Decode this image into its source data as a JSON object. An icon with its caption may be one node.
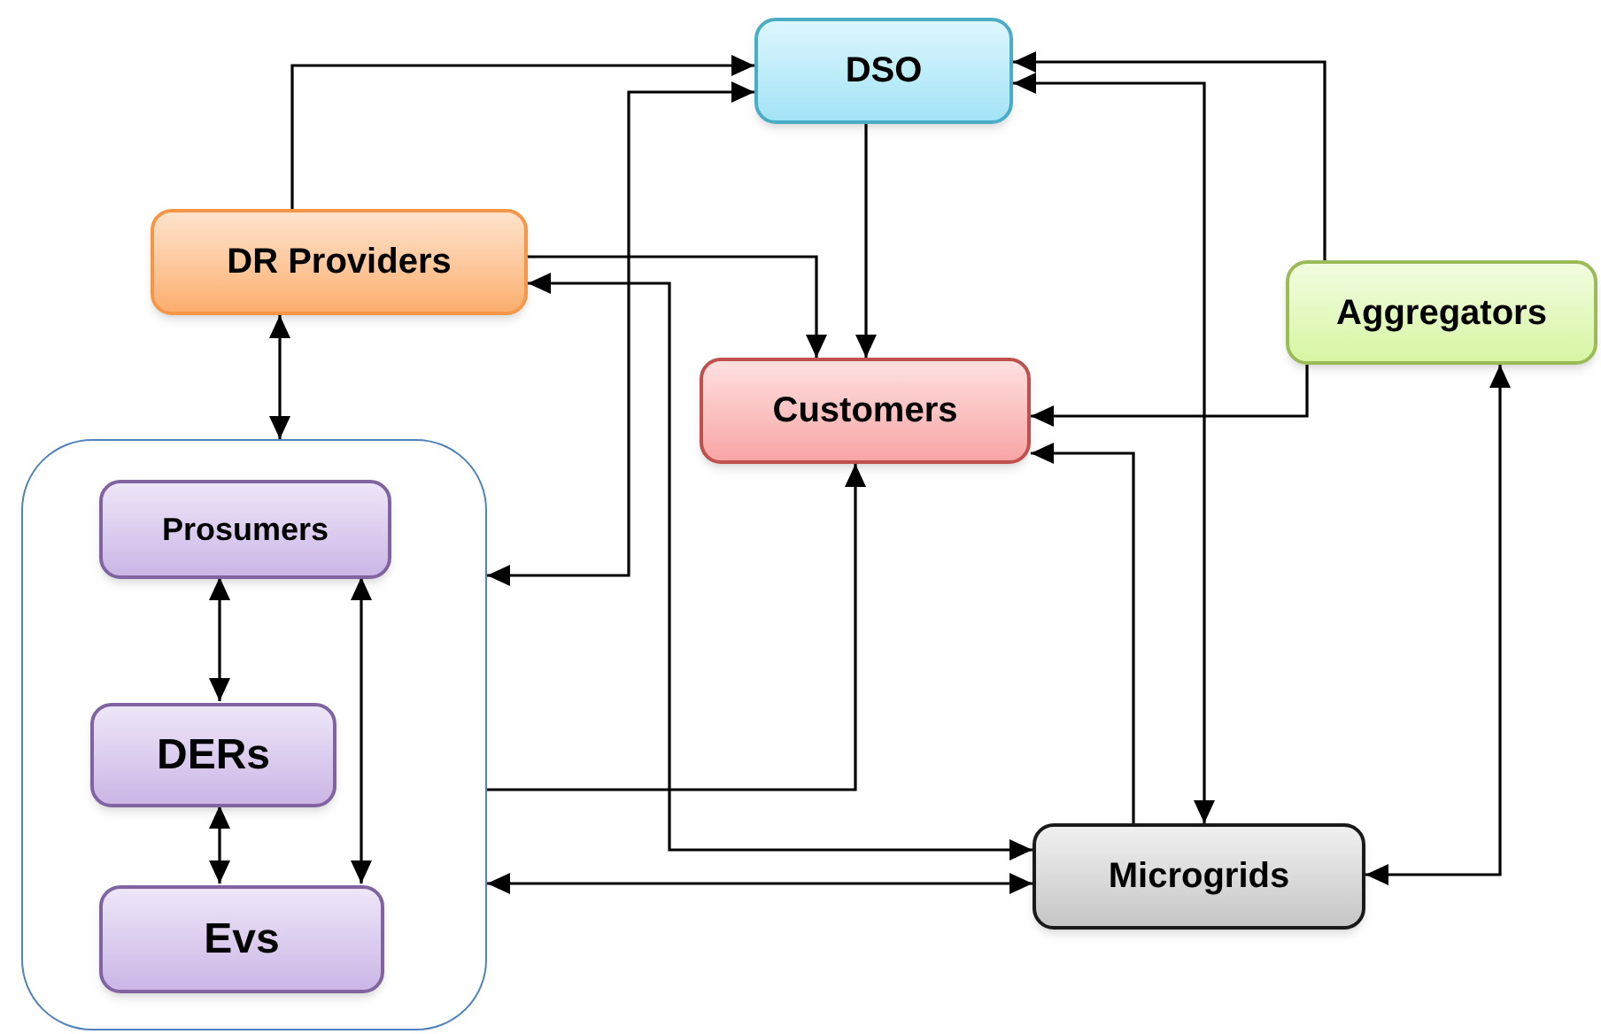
{
  "diagram": {
    "nodes": [
      {
        "text": [
          "DSO"
        ]
      },
      {
        "text": [
          "DR Providers"
        ]
      },
      {
        "text": [
          "Aggregators"
        ]
      },
      {
        "text": [
          "Customers"
        ]
      },
      {
        "text": [],
        "shape": "box"
      },
      {
        "text": [
          "Prosumers"
        ],
        "in": 4
      },
      {
        "text": [
          "DERs"
        ],
        "in": 4
      },
      {
        "text": [
          "Evs"
        ],
        "in": 4
      },
      {
        "text": [
          "Microgrids"
        ]
      }
    ],
    "edges": [
      {
        "from": 1,
        "to": 0,
        "arrow": "to"
      },
      {
        "from": 4,
        "to": 0,
        "arrow": "both"
      },
      {
        "from": 0,
        "to": 3,
        "arrow": "to"
      },
      {
        "from": 1,
        "to": 3,
        "arrow": "to"
      },
      {
        "from": 1,
        "to": 8,
        "arrow": "both"
      },
      {
        "from": 2,
        "to": 0,
        "arrow": "to"
      },
      {
        "from": 0,
        "to": 8,
        "arrow": "both"
      },
      {
        "from": 2,
        "to": 3,
        "arrow": "to"
      },
      {
        "from": 8,
        "to": 3,
        "arrow": "to"
      },
      {
        "from": 4,
        "to": 3,
        "arrow": "to"
      },
      {
        "from": 4,
        "to": 8,
        "arrow": "both"
      },
      {
        "from": 2,
        "to": 8,
        "arrow": "both"
      },
      {
        "from": 1,
        "to": 4,
        "arrow": "both"
      },
      {
        "from": 5,
        "to": 6,
        "arrow": "both"
      },
      {
        "from": 6,
        "to": 7,
        "arrow": "both"
      },
      {
        "from": 5,
        "to": 7,
        "arrow": "both"
      }
    ]
  }
}
